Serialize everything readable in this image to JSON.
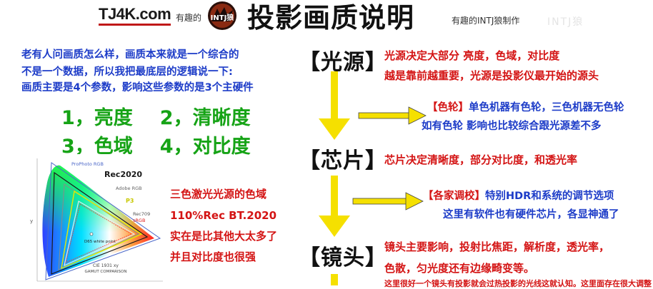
{
  "header": {
    "logo_text": "TJ4K.com",
    "brand_small": "有趣的",
    "badge_text": "INTJ狼",
    "title": "投影画质说明",
    "subtitle": "有趣的INTJ狼制作",
    "watermark": "INTJ狼"
  },
  "intro": {
    "lines": [
      "老有人问画质怎么样，画质本来就是一个综合的",
      "不是一个数据，所以我把最底层的逻辑说一下:",
      "画质主要是4个参数，影响这些参数的是3个主硬件"
    ],
    "params": [
      "1，亮度",
      "2，清晰度",
      "3，色域",
      "4，对比度"
    ]
  },
  "gamut_chart": {
    "labels": [
      "ProPhoto RGB",
      "Rec2020",
      "Adobe RGB",
      "P3",
      "Rec709",
      "sRGB",
      "D65 white point",
      "CIE 1931 xy",
      "GAMUT COMPARISON"
    ],
    "axis_label": "y",
    "colors": {
      "prophoto": "#4a66c8",
      "rec2020": "#1a1a1a",
      "adobe": "#8a8a8a",
      "p3": "#e8e800",
      "rec709": "#e8e8e8",
      "srgb": "#ff3030"
    }
  },
  "gamut_note": {
    "lines": [
      "三色激光光源的色域",
      "110%Rec BT.2020",
      "实在是比其他大太多了",
      "并且对比度也很强"
    ]
  },
  "flow": {
    "nodes": [
      {
        "label": "【光源】",
        "desc": [
          "光源决定大部分 亮度，色域，对比度",
          "越是靠前越重要，光源是投影仪最开始的源头"
        ]
      },
      {
        "label": "【芯片】",
        "desc": [
          "芯片决定清晰度，部分对比度，和透光率"
        ]
      },
      {
        "label": "【镜头】",
        "desc": [
          "镜头主要影响，投射比焦距，解析度，透光率，",
          "色散，匀光度还有边缘畸变等。"
        ]
      }
    ],
    "side_notes": [
      {
        "tag": "【色轮】",
        "lines": [
          "单色机器有色轮，三色机器无色轮",
          "如有色轮 影响也比较综合跟光源差不多"
        ]
      },
      {
        "tag": "【各家调校】",
        "lines": [
          "特别HDR和系统的调节选项",
          "这里有软件也有硬件芯片，各显神通了"
        ]
      }
    ],
    "footer_partial": "这里很好一个镜头有投影就会过热投影的光线这就认知。这里面存在很大调整"
  },
  "colors": {
    "arrow": "#f5e000",
    "arrow_stroke": "#333333",
    "red_text": "#d41414",
    "blue_text": "#1d3cc8",
    "green_text": "#16a316"
  }
}
